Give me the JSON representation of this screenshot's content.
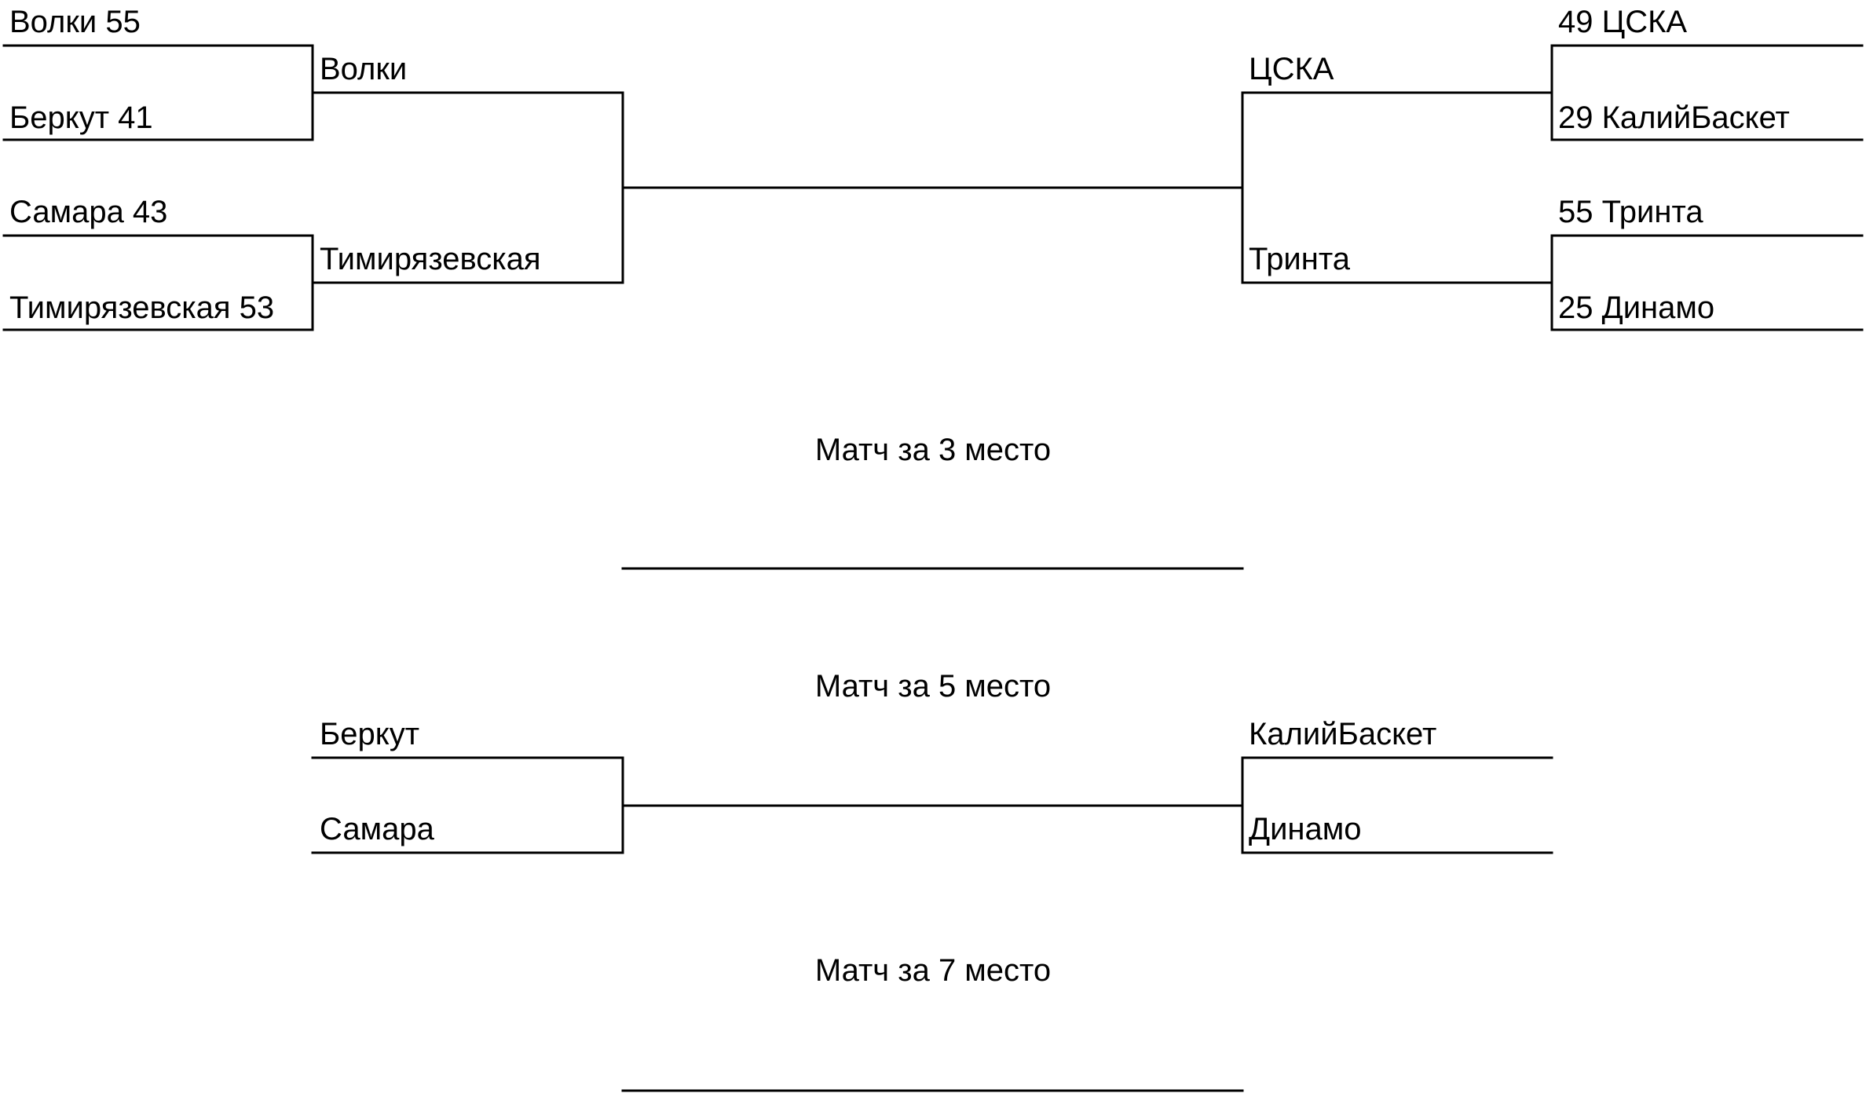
{
  "quarterfinals": {
    "left_top_a": "Волки 55",
    "left_top_b": "Беркут 41",
    "left_bottom_a": "Самара 43",
    "left_bottom_b": "Тимирязевская 53",
    "right_top_a": "49 ЦСКА",
    "right_top_b": "29 КалийБаскет",
    "right_bottom_a": "55 Тринта",
    "right_bottom_b": "25 Динамо"
  },
  "semifinals": {
    "left_a": "Волки",
    "left_b": "Тимирязевская",
    "right_a": "ЦСКА",
    "right_b": "Тринта"
  },
  "third_place": {
    "title": "Матч за 3 место"
  },
  "fifth_place": {
    "title": "Матч за 5 место",
    "left_a": "Беркут",
    "left_b": "Самара",
    "right_a": "КалийБаскет",
    "right_b": "Динамо"
  },
  "seventh_place": {
    "title": "Матч за 7 место"
  }
}
